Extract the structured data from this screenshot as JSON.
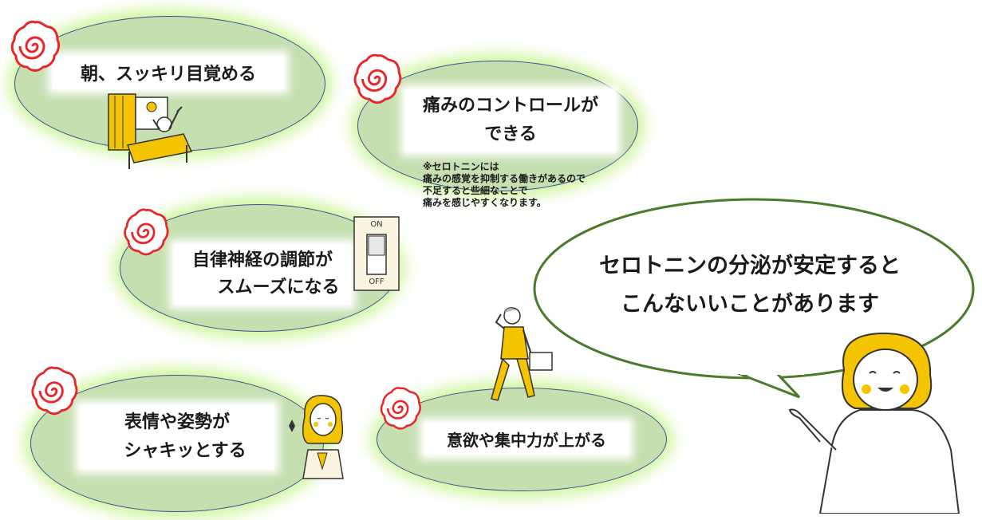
{
  "benefits": [
    {
      "lines": [
        "朝、スッキリ目覚める"
      ]
    },
    {
      "lines": [
        "痛みのコントロールが",
        "できる"
      ]
    },
    {
      "lines": [
        "自律神経の調節が",
        "スムーズになる"
      ]
    },
    {
      "lines": [
        "表情や姿勢が",
        "シャキッとする"
      ]
    },
    {
      "lines": [
        "意欲や集中力が上がる"
      ]
    }
  ],
  "note": {
    "lines": [
      "※セロトニンには",
      "痛みの感覚を抑制する働きがあるので",
      "不足すると些細なことで",
      "痛みを感じやすくなります。"
    ]
  },
  "speech": {
    "lines": [
      "セロトニンの分泌が安定すると",
      "こんないいことがあります"
    ]
  },
  "switch": {
    "on_label": "ON",
    "off_label": "OFF"
  },
  "icons": {
    "swirl": "red-swirl-flower-icon",
    "bedroom": "waking-up-illustration",
    "switch": "light-switch-illustration",
    "walker": "walking-businessman-illustration",
    "woman": "smiling-woman-illustration",
    "speaker": "speaker-woman-illustration"
  },
  "colors": {
    "bubble_fill": "#c6dfb0",
    "bubble_border": "#3b4f9a",
    "glow": "#c9f38f",
    "swirl": "#e8262a",
    "accent_yellow": "#f4c400",
    "speech_border": "#4a7a2a"
  }
}
